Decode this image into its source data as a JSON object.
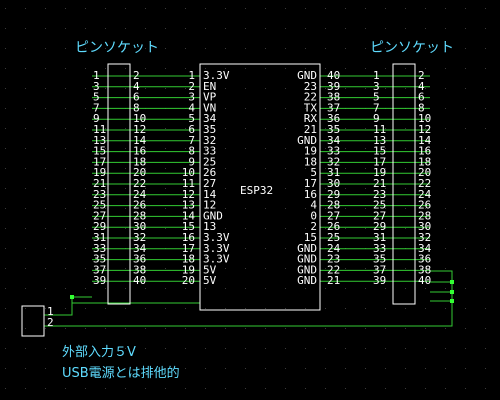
{
  "title_left": "ピンソケット",
  "title_right": "ピンソケット",
  "chip_label": "ESP32",
  "note_line1": "外部入力５V",
  "note_line2": "USB電源とは排他的",
  "power_connector": {
    "pins": [
      "1",
      "2"
    ]
  },
  "left_header_odd": [
    "1",
    "3",
    "5",
    "7",
    "9",
    "11",
    "13",
    "15",
    "17",
    "19",
    "21",
    "23",
    "25",
    "27",
    "29",
    "31",
    "33",
    "35",
    "37",
    "39"
  ],
  "left_header_even": [
    "2",
    "4",
    "6",
    "8",
    "10",
    "12",
    "14",
    "16",
    "18",
    "20",
    "22",
    "24",
    "26",
    "28",
    "30",
    "32",
    "34",
    "36",
    "38",
    "40"
  ],
  "esp_left_numbers": [
    "1",
    "2",
    "3",
    "4",
    "5",
    "6",
    "7",
    "8",
    "9",
    "10",
    "11",
    "12",
    "13",
    "14",
    "15",
    "16",
    "17",
    "18",
    "19",
    "20"
  ],
  "esp_left_labels": [
    "3.3V",
    "EN",
    "VP",
    "VN",
    "34",
    "35",
    "32",
    "33",
    "25",
    "26",
    "27",
    "14",
    "12",
    "GND",
    "13",
    "3.3V",
    "3.3V",
    "3.3V",
    "5V",
    "5V"
  ],
  "esp_right_labels": [
    "GND",
    "23",
    "22",
    "TX",
    "RX",
    "21",
    "GND",
    "19",
    "18",
    "5",
    "17",
    "16",
    "4",
    "0",
    "2",
    "15",
    "GND",
    "GND",
    "GND",
    "GND"
  ],
  "esp_right_numbers": [
    "40",
    "39",
    "38",
    "37",
    "36",
    "35",
    "34",
    "33",
    "32",
    "31",
    "30",
    "29",
    "28",
    "27",
    "26",
    "25",
    "24",
    "23",
    "22",
    "21"
  ],
  "right_header_odd": [
    "1",
    "3",
    "5",
    "7",
    "9",
    "11",
    "13",
    "15",
    "17",
    "19",
    "21",
    "23",
    "25",
    "27",
    "29",
    "31",
    "33",
    "35",
    "37",
    "39"
  ],
  "right_header_even": [
    "2",
    "4",
    "6",
    "8",
    "10",
    "12",
    "14",
    "16",
    "18",
    "20",
    "22",
    "24",
    "26",
    "28",
    "30",
    "32",
    "34",
    "36",
    "38",
    "40"
  ],
  "colors": {
    "background": "#000000",
    "grid": "#3a3a3a",
    "wire": "#33cc33",
    "outline": "#ffffff",
    "title": "#5fdcff",
    "junction": "#33ff33"
  }
}
